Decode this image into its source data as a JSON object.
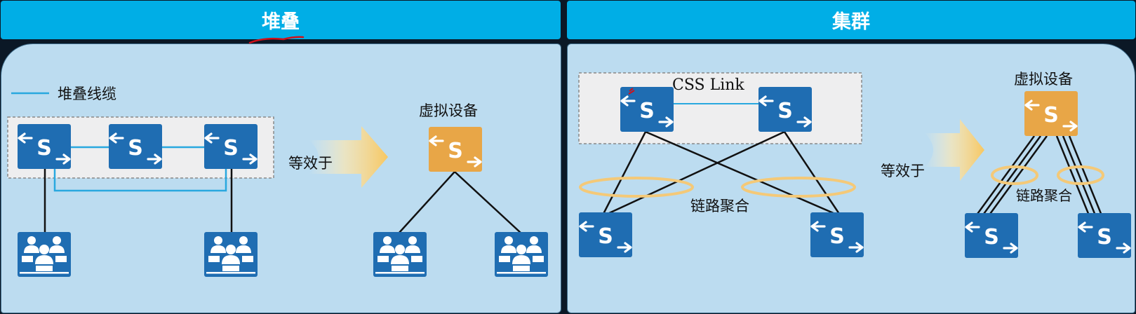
{
  "headers": {
    "left": "堆叠",
    "right": "集群"
  },
  "stack": {
    "legend_label": "堆叠线缆",
    "equivalent_label": "等效于",
    "virtual_device_label": "虚拟设备"
  },
  "cluster": {
    "link_label": "CSS Link",
    "aggregation_label": "链路聚合",
    "equivalent_label": "等效于",
    "virtual_device_label": "虚拟设备",
    "virtual_aggregation_label": "链路聚合"
  },
  "switch_glyph": "S",
  "colors": {
    "header": "#00aee6",
    "panel": "#bcdcf0",
    "switch": "#1f6db2",
    "virtual_switch": "#e8a647",
    "stack_cable": "#29a8df",
    "aggregation_ring": "#f4c978",
    "annotation": "#d0101a"
  },
  "icons": [
    "switch-icon",
    "user-group-icon",
    "arrow-right-icon"
  ]
}
